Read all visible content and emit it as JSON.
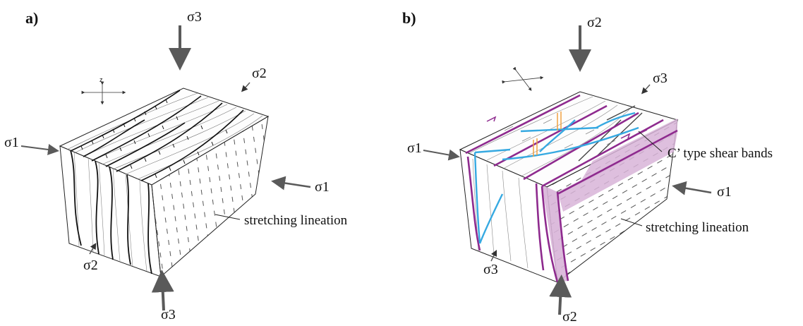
{
  "panels": {
    "a": {
      "label": "a)",
      "sigma_top": "σ3",
      "sigma_top_right": "σ2",
      "sigma_left": "σ1",
      "sigma_right": "σ1",
      "sigma_bottom_left": "σ2",
      "sigma_bottom": "σ3",
      "axis_z": "z",
      "callout_lineation": "stretching lineation"
    },
    "b": {
      "label": "b)",
      "sigma_top": "σ2",
      "sigma_top_right": "σ3",
      "sigma_left": "σ1",
      "sigma_right": "σ1",
      "sigma_bottom_left": "σ3",
      "sigma_bottom": "σ2",
      "callout_shear": "C’ type shear bands",
      "callout_lineation": "stretching lineation"
    }
  },
  "colors": {
    "arrow": "#5a5a5a",
    "ink": "#111111",
    "purple": "#8e2a8e",
    "purple_fill": "#d8b4d8",
    "blue": "#36a9e1",
    "orange": "#f0a040"
  }
}
